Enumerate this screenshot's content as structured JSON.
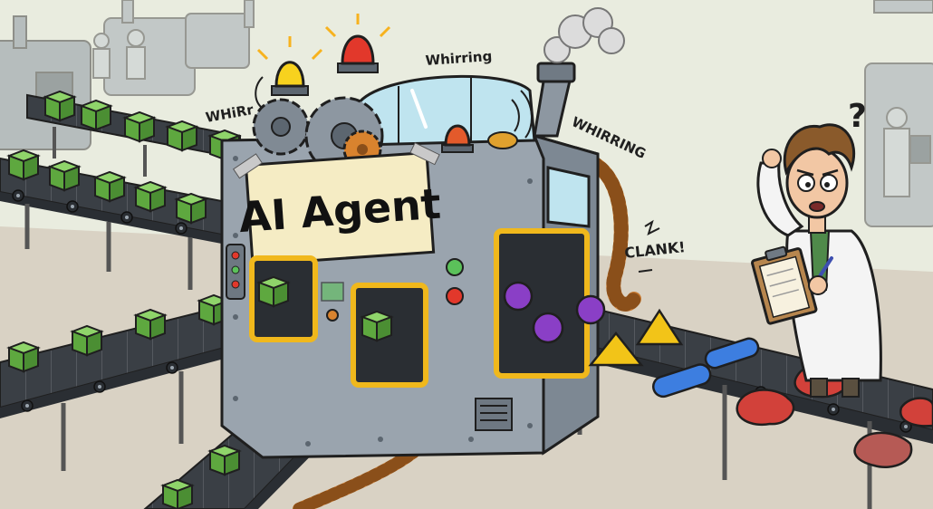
{
  "machine": {
    "sign_text": "AI Agent"
  },
  "sound_effects": {
    "whirr_left": "WHiRr",
    "whirring_top": "Whirring",
    "whirring_right": "WHIRRING",
    "clank": "CLANK!"
  },
  "scientist": {
    "thought_mark": "?"
  },
  "colors": {
    "background": "#e9ecdf",
    "floor": "#d9d2c4",
    "belt": "#3a3f45",
    "machine_body": "#9aa4ae",
    "green_cube": "#6dbb4e",
    "purple_sphere": "#8a3fc6",
    "yellow_pyramid": "#f2c418",
    "blue_cylinder": "#3d7ee0",
    "red_blob": "#d2413a",
    "sign_paper": "#f5ecc4"
  }
}
